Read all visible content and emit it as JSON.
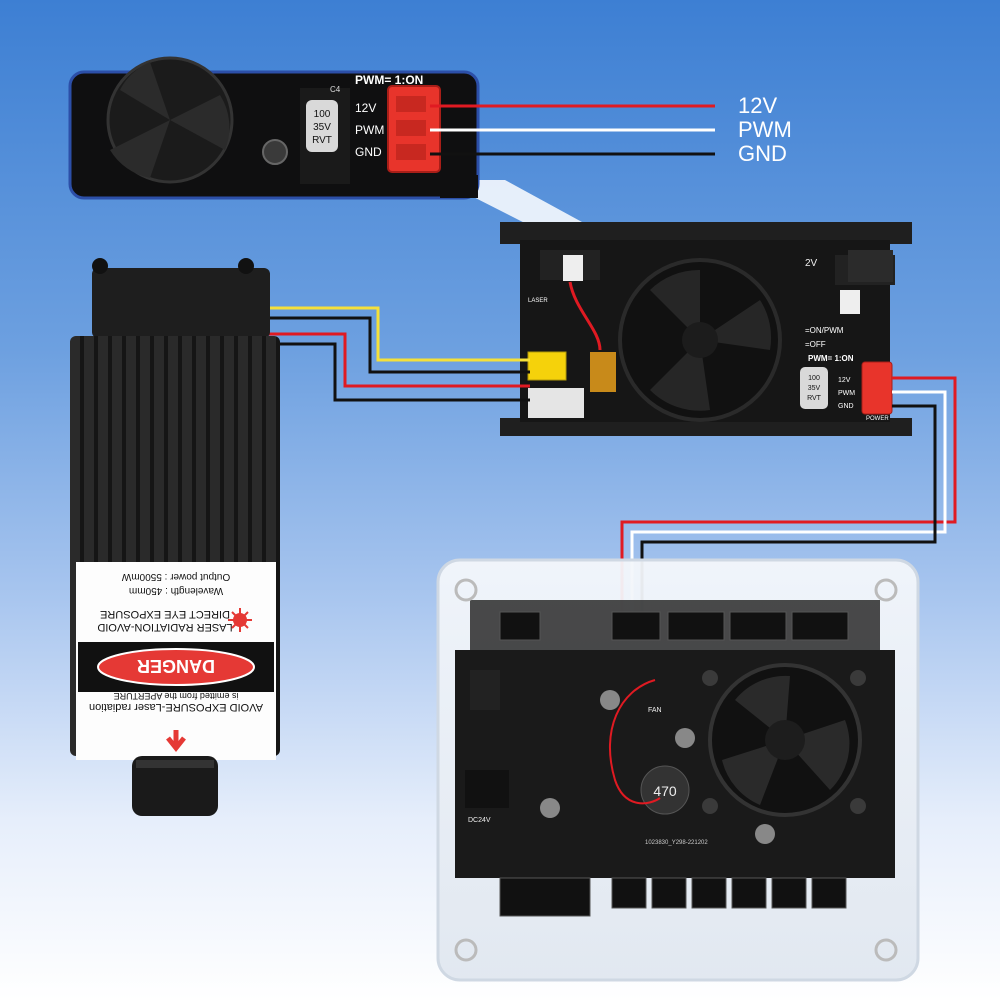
{
  "callout": {
    "connector_labels": [
      "12V",
      "PWM",
      "GND"
    ],
    "pwm_header": "PWM= 1:ON",
    "silk_12v": "12V",
    "silk_pwm": "PWM",
    "silk_gnd": "GND",
    "cap_lines": [
      "100",
      "35V",
      "RVT"
    ],
    "silk_c4": "C4"
  },
  "driver_board": {
    "pwm_header": "PWM= 1:ON",
    "on_pwm": "=ON/PWM",
    "off": "=OFF",
    "laser_label": "LASER",
    "power_label": "POWER",
    "silk_12v": "12V",
    "silk_pwm": "PWM",
    "silk_gnd": "GND",
    "cap_lines": [
      "100",
      "35V",
      "RVT"
    ],
    "silk_2v": "2V"
  },
  "laser_module": {
    "output_power": "Output power : 5500mW",
    "wavelength": "Wavelength : 450mm",
    "warning_line1": "LASER RADIATION-AVOID",
    "warning_line2": "DIRECT EYE EXPOSURE",
    "danger": "DANGER",
    "avoid_line1": "AVOID EXPOSURE-Laser radiation",
    "avoid_line2": "is emitted from the APERTURE"
  },
  "controller": {
    "inductor": "470",
    "fan_label": "FAN",
    "dc_label": "DC24V",
    "serial": "1023830_Y298-221202"
  },
  "colors": {
    "red_wire": "#e01a22",
    "white_wire": "#ffffff",
    "black_wire": "#111111",
    "yellow_wire": "#f5e03a",
    "connector_red": "#e8342b"
  }
}
